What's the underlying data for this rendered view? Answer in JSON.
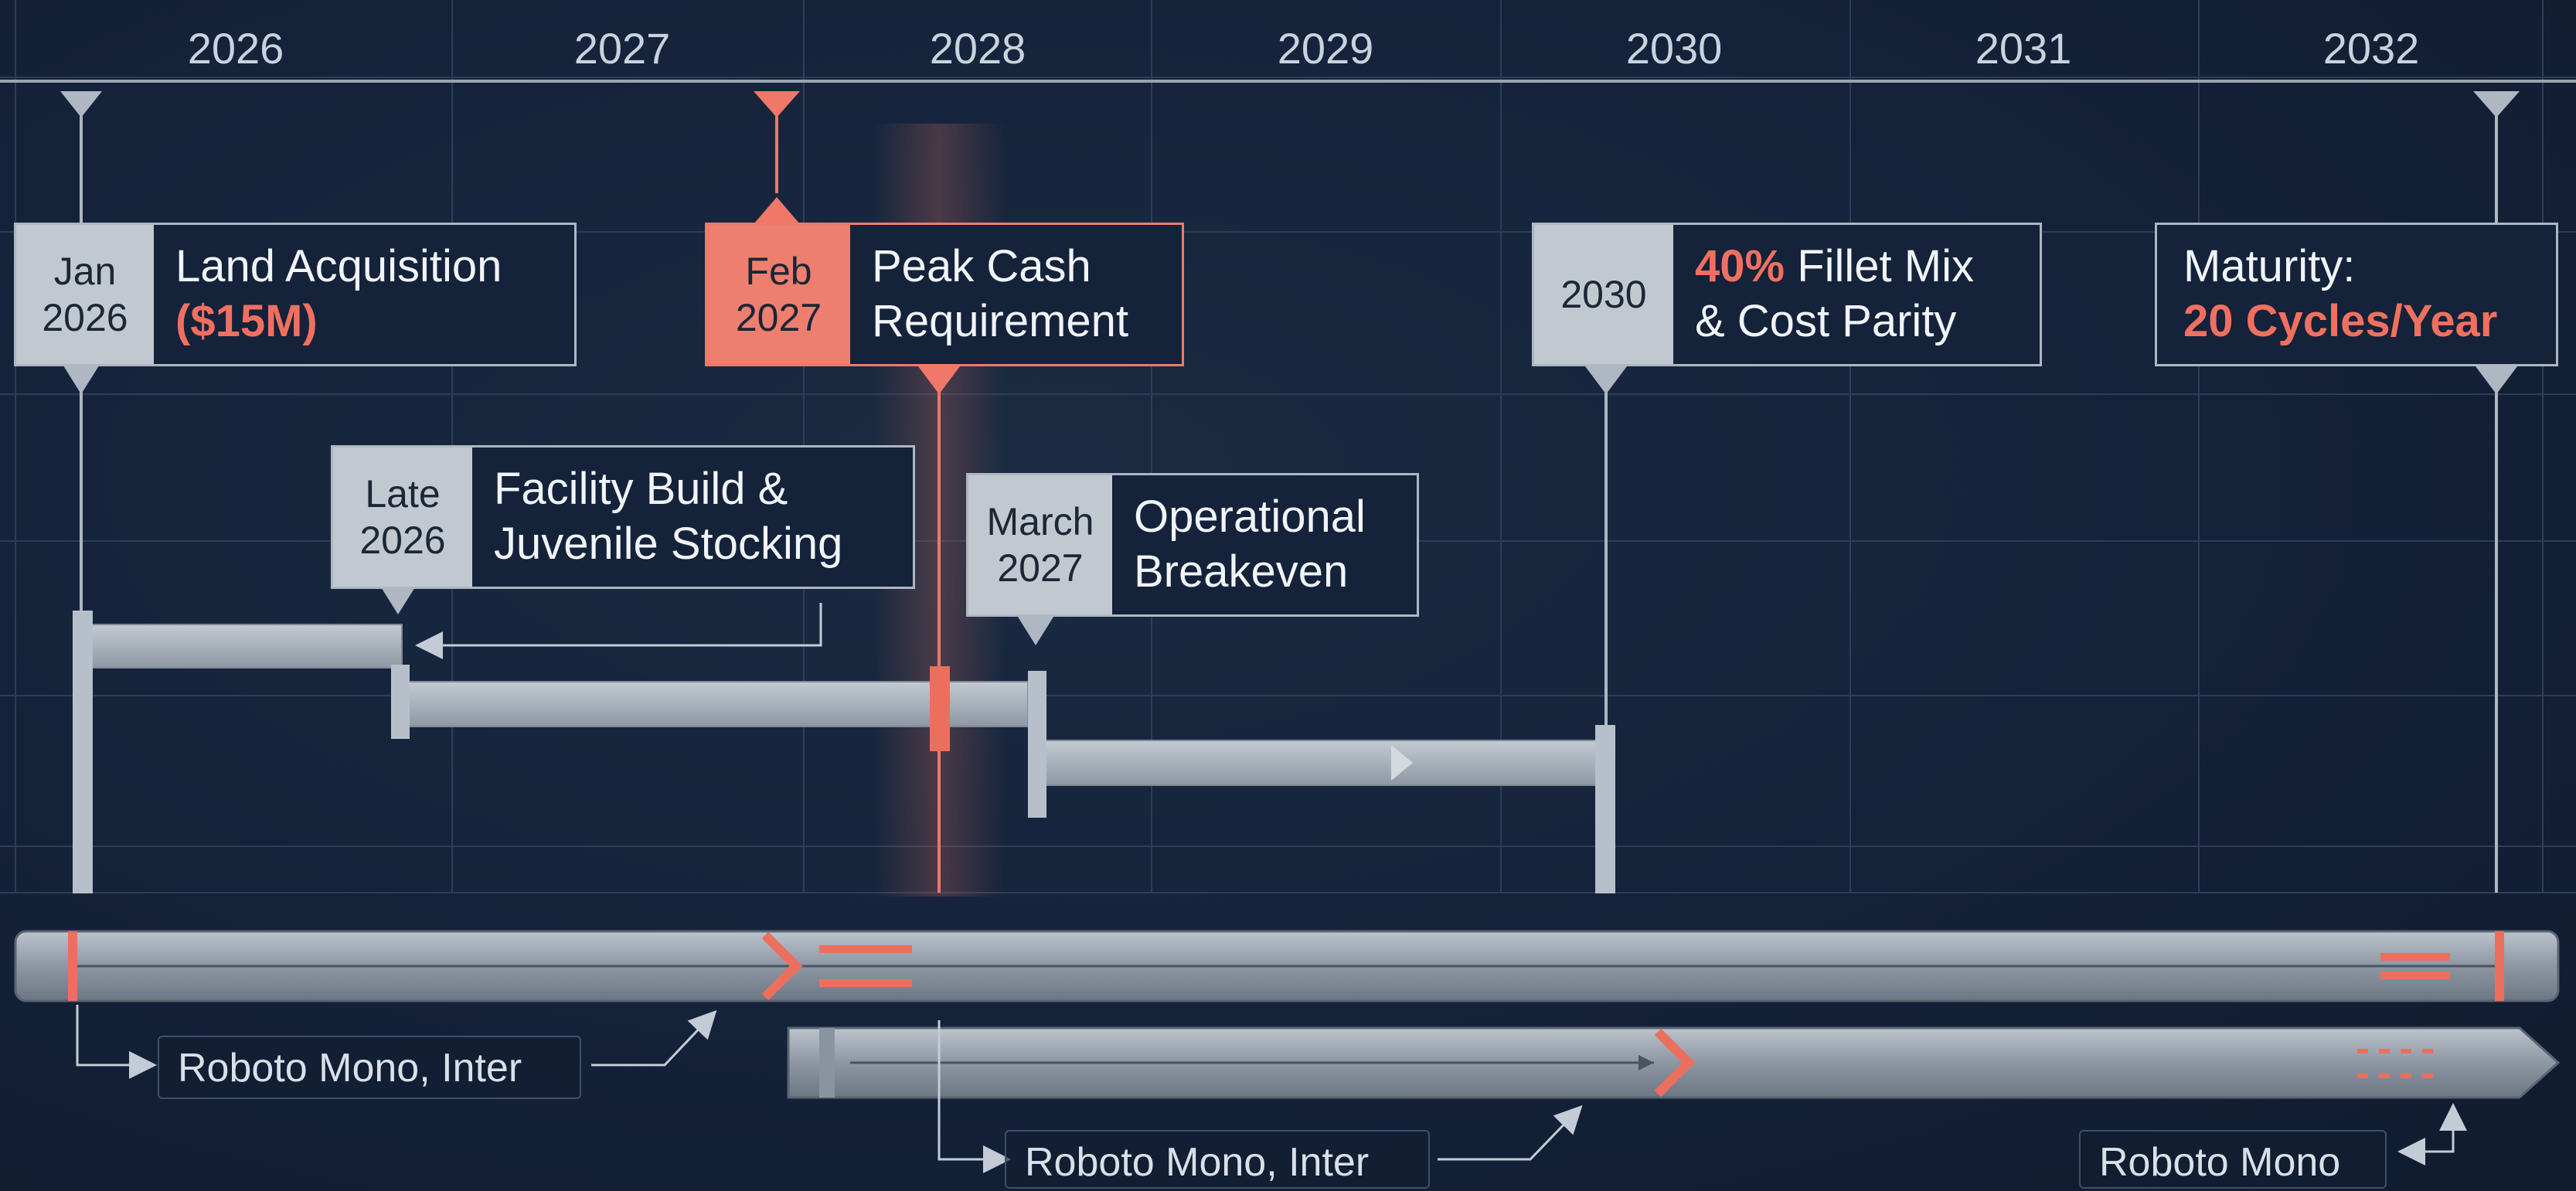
{
  "years": [
    "2026",
    "2027",
    "2028",
    "2029",
    "2030",
    "2031",
    "2032"
  ],
  "milestones": {
    "land": {
      "date_line1": "Jan",
      "date_line2": "2026",
      "title": "Land Acquisition",
      "highlight": "($15M)"
    },
    "peak": {
      "date_line1": "Feb",
      "date_line2": "2027",
      "line1": "Peak Cash",
      "line2": "Requirement"
    },
    "parity": {
      "date": "2030",
      "highlight": "40%",
      "line1_rest": " Fillet Mix",
      "line2": "& Cost Parity"
    },
    "maturity": {
      "line1": "Maturity:",
      "highlight": "20 Cycles/Year"
    },
    "facility": {
      "date_line1": "Late",
      "date_line2": "2026",
      "line1": "Facility Build &",
      "line2": "Juvenile Stocking"
    },
    "breakeven": {
      "date_line1": "March",
      "date_line2": "2027",
      "line1": "Operational",
      "line2": "Breakeven"
    }
  },
  "notes": {
    "note1": "Roboto Mono, Inter",
    "note2": "Roboto Mono, Inter",
    "note3": "Roboto Mono"
  },
  "colors": {
    "background": "#14223a",
    "accent": "#f07060",
    "bar": "#aab3bd",
    "grid": "#2c3e58"
  }
}
